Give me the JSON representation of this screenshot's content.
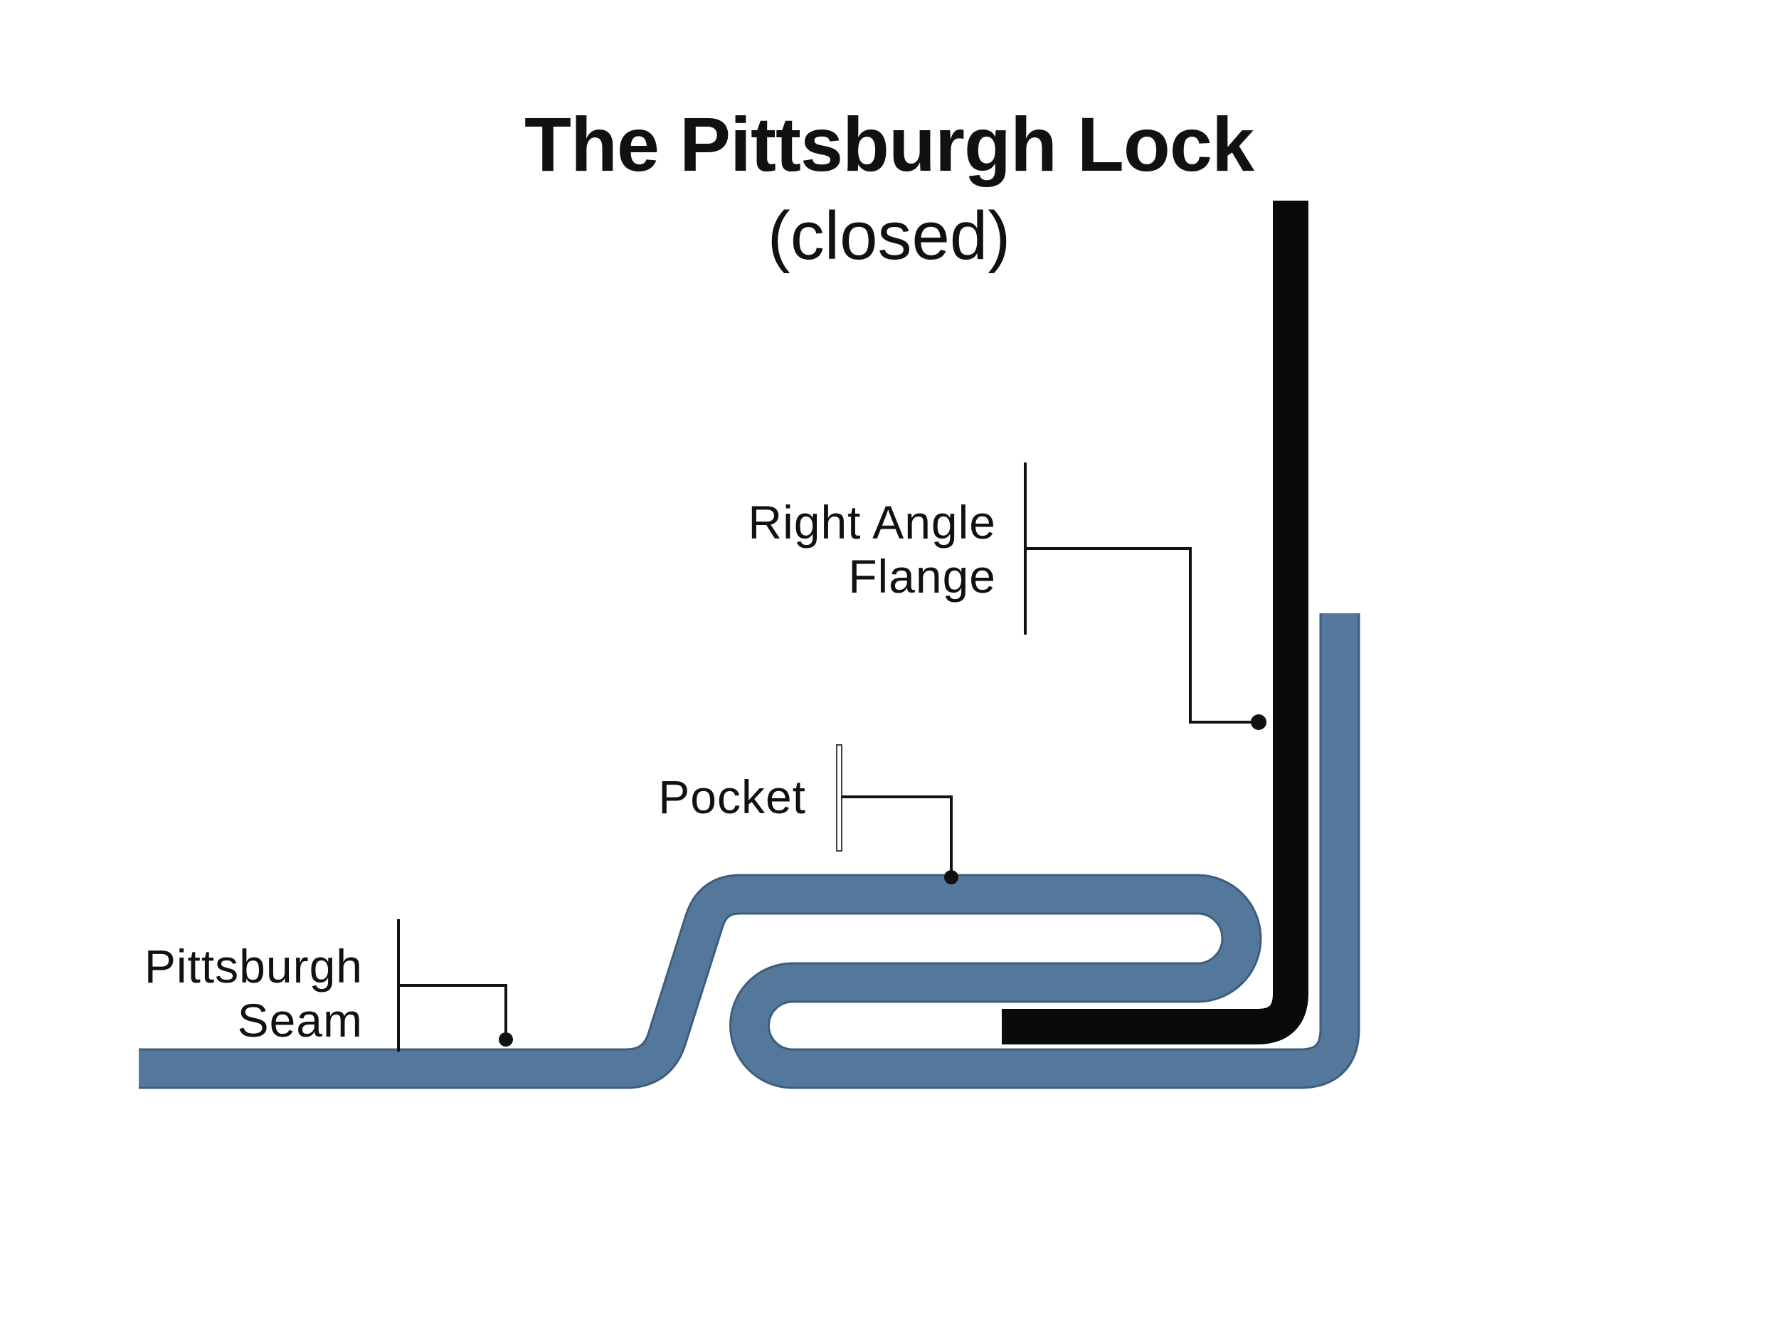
{
  "diagram": {
    "title": "The Pittsburgh Lock",
    "subtitle": "(closed)",
    "labels": {
      "right_angle_flange": {
        "line1": "Right Angle",
        "line2": "Flange"
      },
      "pocket": {
        "line1": "Pocket"
      },
      "pittsburgh_seam": {
        "line1": "Pittsburgh",
        "line2": "Seam"
      }
    },
    "colors": {
      "sheet_blue": "#54779C",
      "sheet_blue_edge": "#3E5C7E",
      "flange_black": "#0A0A0A",
      "leader": "#111111",
      "text": "#111111",
      "background": "#FFFFFF"
    }
  }
}
